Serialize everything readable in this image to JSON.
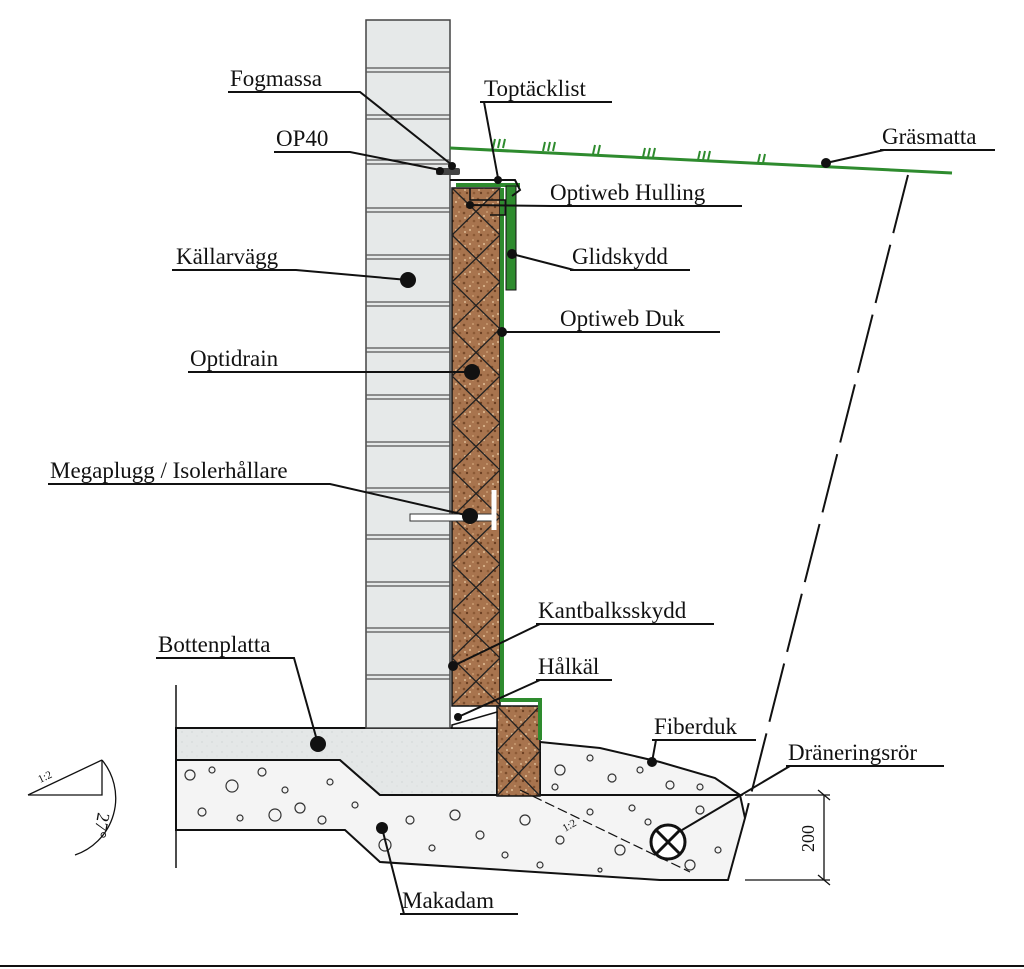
{
  "labels": {
    "fogmassa": "Fogmassa",
    "toptacklist": "Toptäcklist",
    "op40": "OP40",
    "grasmatta": "Gräsmatta",
    "optiweb_hulling": "Optiweb Hulling",
    "kallarvagg": "Källarvägg",
    "glidskydd": "Glidskydd",
    "optiweb_duk": "Optiweb Duk",
    "optidrain": "Optidrain",
    "megaplugg": "Megaplugg / Isolerhållare",
    "kantbalksskydd": "Kantbalksskydd",
    "bottenplatta": "Bottenplatta",
    "halkal": "Hålkäl",
    "fiberduk": "Fiberduk",
    "draneringsror": "Dräneringsrör",
    "makadam": "Makadam"
  },
  "dimensions": {
    "height_200": "200",
    "slope_left": "1:2",
    "slope_trench": "1:2",
    "angle": "27°"
  },
  "colors": {
    "wall": "#e6e9e9",
    "wall_lines": "#555555",
    "insulation": "#a06a45",
    "grass": "#2e8b2e",
    "concrete": "#e8eaea",
    "gravel": "#f3f3f3",
    "ink": "#111111"
  }
}
